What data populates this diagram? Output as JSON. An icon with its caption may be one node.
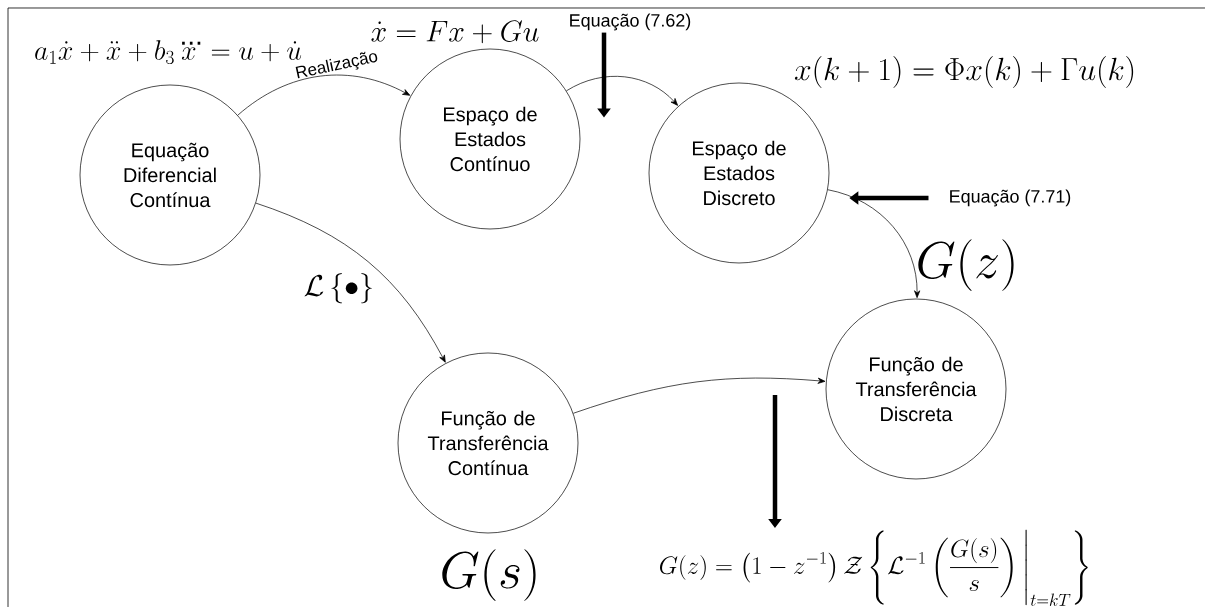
{
  "diagram": {
    "nodes": [
      {
        "text": [
          "Equação Diferencial Contínua"
        ],
        "beside": [
          "a_1\\dot{x}+\\ddot{x}+b_3\\dddot{x}=u+\\dot{u}"
        ]
      },
      {
        "text": [
          "Espaço de Estados Contínuo"
        ],
        "beside": [
          "\\dot{x}=Fx+Gu"
        ]
      },
      {
        "text": [
          "Espaço de Estados Discreto"
        ],
        "beside": [
          "x(k+1)=\\Phi x(k)+\\Gamma u(k)"
        ]
      },
      {
        "text": [
          "Função de Transferência Contínua"
        ],
        "beside": [
          "G(s)"
        ]
      },
      {
        "text": [
          "Função de Transferência Discreta"
        ],
        "beside": [
          "G(z)"
        ]
      },
      {
        "text": [
          "Equação (7.62)"
        ]
      },
      {
        "text": [
          "Equação (7.71)"
        ]
      },
      {
        "text": [
          "G(z)=\\left(1-z^{-1}\\right)\\mathcal{Z}\\left\\{\\mathcal{L}^{-1}\\left(\\frac{G(s)}{s}\\right)\\Bigg|_{t=kT}\\right\\}"
        ]
      }
    ],
    "edges": [
      {
        "from": 0,
        "to": 1,
        "arrow": "to",
        "label": "Realização"
      },
      {
        "from": 1,
        "to": 2,
        "arrow": "to"
      },
      {
        "from": 2,
        "to": 4,
        "arrow": "to"
      },
      {
        "from": 0,
        "to": 3,
        "arrow": "to",
        "label": "\\mathcal{L}\\left\\{\\bullet\\right\\}"
      },
      {
        "from": 3,
        "to": 4,
        "arrow": "to"
      },
      {
        "from": 5,
        "to": null,
        "arrow": "to",
        "style": "thick"
      },
      {
        "from": 6,
        "to": 2,
        "arrow": "to",
        "style": "thick"
      },
      {
        "from": null,
        "to": 7,
        "arrow": "to",
        "style": "thick"
      }
    ]
  }
}
